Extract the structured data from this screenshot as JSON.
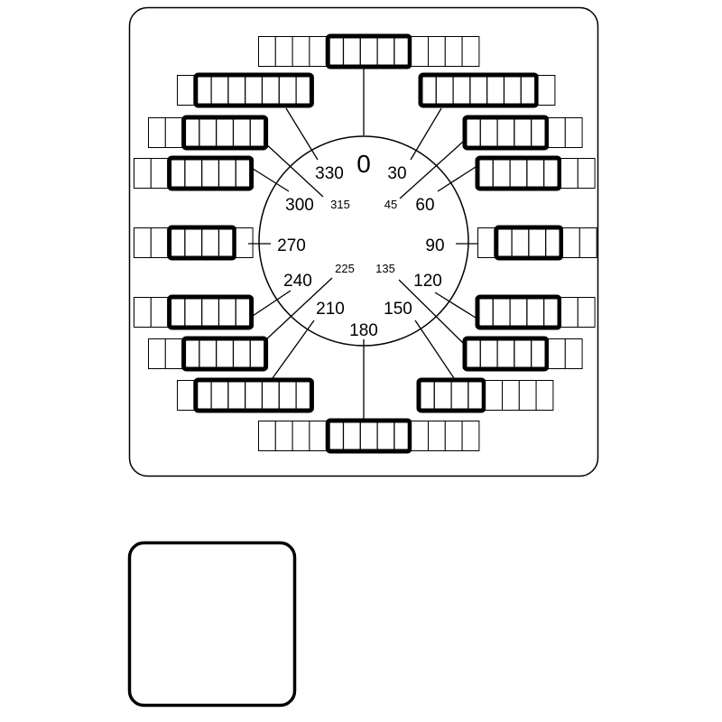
{
  "dial": {
    "zero": "0",
    "labels": {
      "a0": "0",
      "a30": "30",
      "a45": "45",
      "a60": "60",
      "a90": "90",
      "a120": "120",
      "a135": "135",
      "a150": "150",
      "a180": "180",
      "a210": "210",
      "a225": "225",
      "a240": "240",
      "a270": "270",
      "a300": "300",
      "a315": "315",
      "a330": "330"
    }
  },
  "colors": {
    "stroke": "#000000",
    "background": "#ffffff"
  }
}
